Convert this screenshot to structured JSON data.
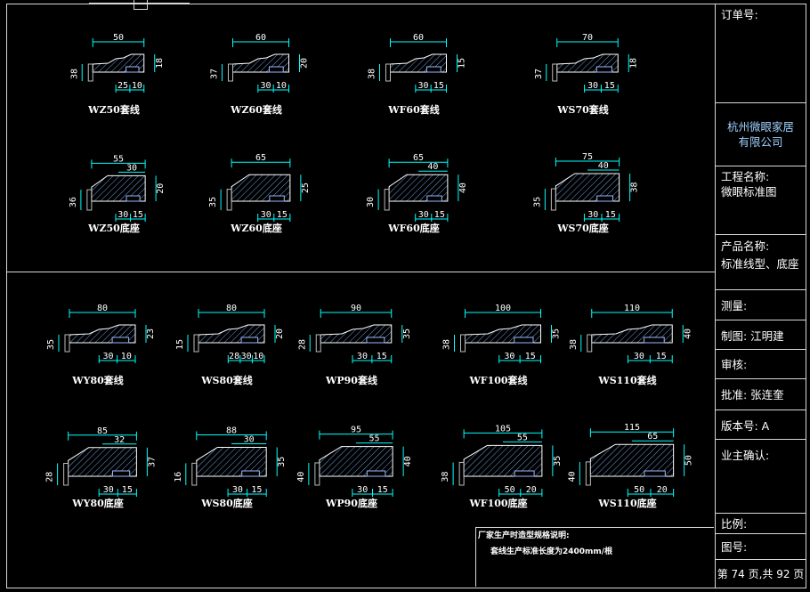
{
  "colors": {
    "dimension": "#00ffff",
    "outline": "#ffffff",
    "hatch": "#6f9fd8",
    "point": "#ff2020"
  },
  "title_block": {
    "order_no": "订单号:",
    "company_line1": "杭州微眼家居",
    "company_line2": "有限公司",
    "project_label": "工程名称:",
    "project_value": "微眼标准图",
    "product_label": "产品名称:",
    "product_value": "标准线型、底座",
    "survey": "测量:",
    "drawn_by": "制图: 江明建",
    "checked": "审核:",
    "approved": "批准: 张连奎",
    "version": "版本号: A",
    "owner_confirm": "业主确认:",
    "scale": "比例:",
    "drawing_no": "图号:",
    "page": "第 74 页,共 92 页"
  },
  "note": {
    "title": "厂家生产时造型规格说明:",
    "line1": "套线生产标准长度为2400mm/根"
  },
  "drawings": [
    {
      "name": "WZ50套线",
      "type": "trim",
      "top": "50",
      "left": "38",
      "right": "18",
      "bottom": [
        "25",
        "10"
      ]
    },
    {
      "name": "WZ60套线",
      "type": "trim",
      "top": "60",
      "left": "37",
      "right": "20",
      "bottom": [
        "30",
        "10"
      ]
    },
    {
      "name": "WF60套线",
      "type": "trim",
      "top": "60",
      "left": "38",
      "right": "15",
      "bottom": [
        "30",
        "15"
      ]
    },
    {
      "name": "WS70套线",
      "type": "trim",
      "top": "70",
      "left": "37",
      "right": "18",
      "bottom": [
        "30",
        "15"
      ]
    },
    {
      "name": "WZ50底座",
      "type": "base",
      "top": "55",
      "inner": "30",
      "left": "36",
      "right": "20",
      "bottom": [
        "30",
        "15"
      ]
    },
    {
      "name": "WZ60底座",
      "type": "base",
      "top": "65",
      "inner": "",
      "left": "35",
      "right": "25",
      "bottom": [
        "30",
        "15"
      ]
    },
    {
      "name": "WF60底座",
      "type": "base",
      "top": "65",
      "inner": "40",
      "left": "30",
      "right": "40",
      "bottom": [
        "30",
        "15"
      ]
    },
    {
      "name": "WS70底座",
      "type": "base",
      "top": "75",
      "inner": "40",
      "left": "35",
      "right": "38",
      "bottom": [
        "30",
        "15"
      ]
    },
    {
      "name": "WY80套线",
      "type": "trim",
      "top": "80",
      "left": "35",
      "right": "23",
      "bottom": [
        "30",
        "10"
      ]
    },
    {
      "name": "WS80套线",
      "type": "trim",
      "top": "80",
      "left": "15",
      "right": "20",
      "bottom": [
        "28",
        "30",
        "10"
      ]
    },
    {
      "name": "WP90套线",
      "type": "trim",
      "top": "90",
      "left": "28",
      "right": "35",
      "bottom": [
        "30",
        "15"
      ]
    },
    {
      "name": "WF100套线",
      "type": "trim",
      "top": "100",
      "left": "38",
      "right": "35",
      "bottom": [
        "30",
        "15"
      ]
    },
    {
      "name": "WS110套线",
      "type": "trim",
      "top": "110",
      "left": "38",
      "right": "40",
      "bottom": [
        "30",
        "15"
      ]
    },
    {
      "name": "WY80底座",
      "type": "base",
      "top": "85",
      "inner": "32",
      "left": "28",
      "right": "37",
      "bottom": [
        "30",
        "15"
      ]
    },
    {
      "name": "WS80底座",
      "type": "base",
      "top": "88",
      "inner": "30",
      "left": "16",
      "right": "35",
      "bottom": [
        "30",
        "15"
      ]
    },
    {
      "name": "WP90底座",
      "type": "base",
      "top": "95",
      "inner": "55",
      "left": "40",
      "right": "40",
      "bottom": [
        "30",
        "15"
      ]
    },
    {
      "name": "WF100底座",
      "type": "base",
      "top": "105",
      "inner": "55",
      "left": "38",
      "right": "35",
      "bottom": [
        "50",
        "20"
      ]
    },
    {
      "name": "WS110底座",
      "type": "base",
      "top": "115",
      "inner": "65",
      "left": "40",
      "right": "50",
      "bottom": [
        "50",
        "20"
      ]
    }
  ]
}
